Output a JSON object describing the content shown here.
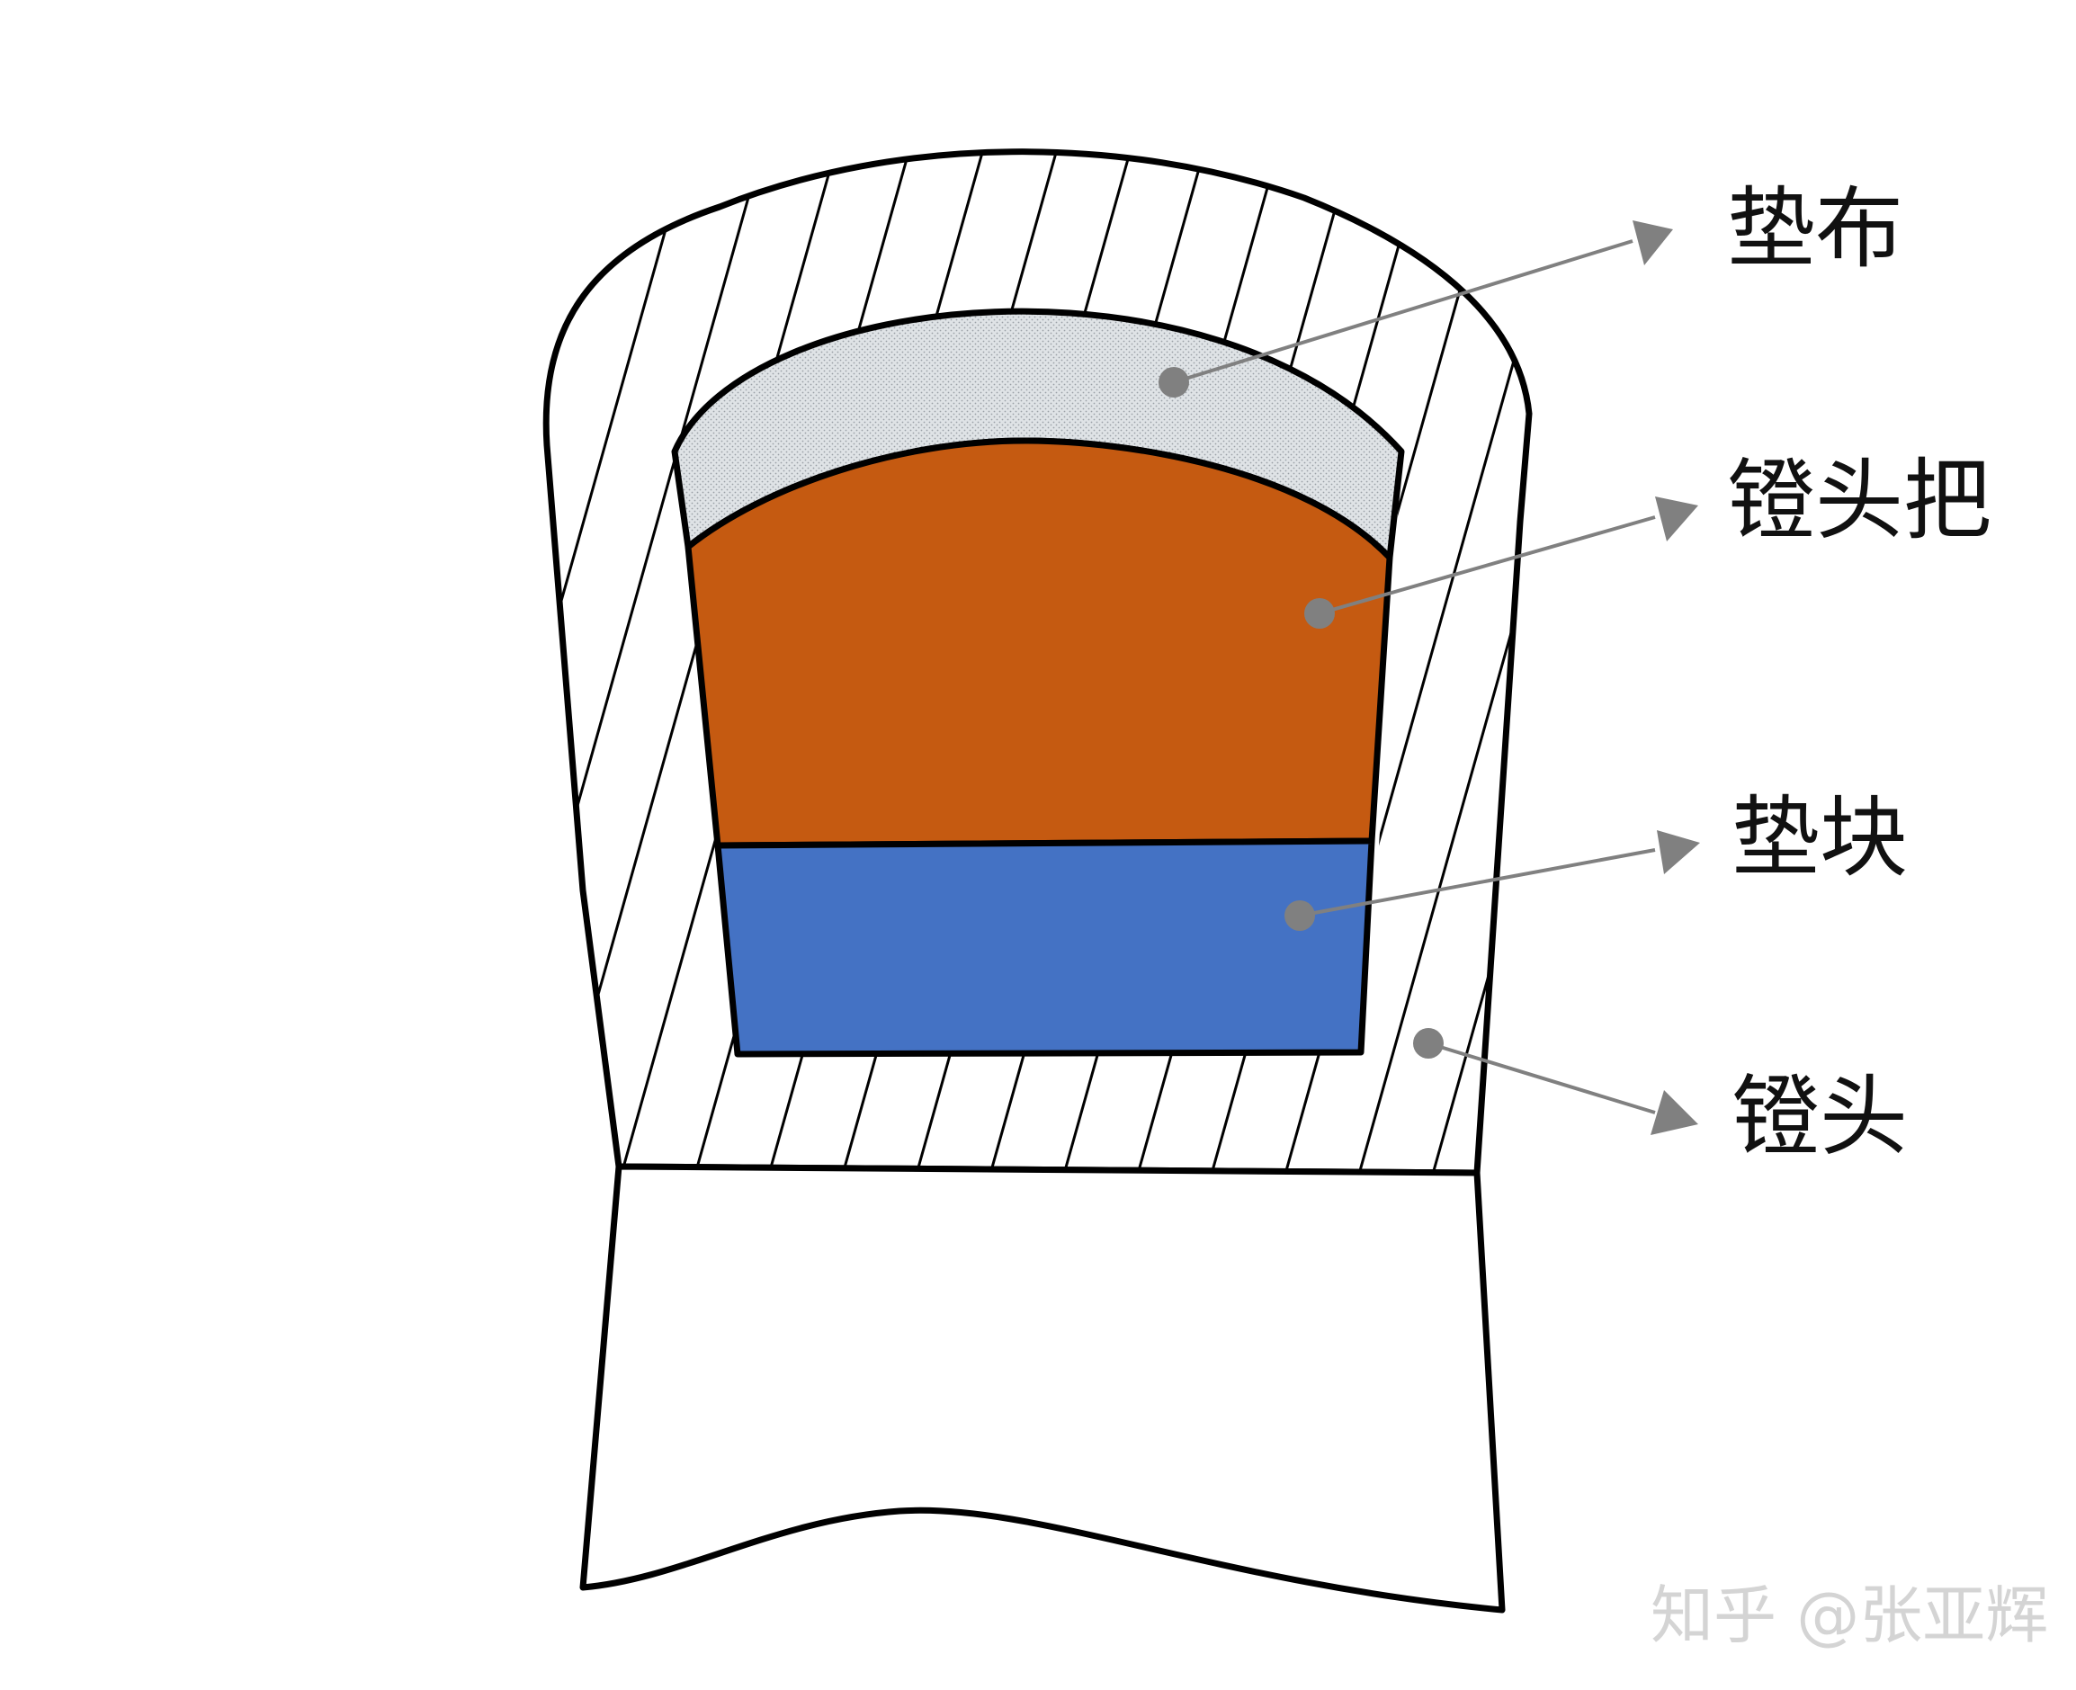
{
  "labels": {
    "pad_cloth": "垫布",
    "handle": "镫头把",
    "pad_block": "垫块",
    "head": "镫头"
  },
  "watermark": "知乎 @张亚辉",
  "colors": {
    "pad_cloth_fill": "#dfe3e6",
    "handle_fill": "#c55a11",
    "pad_block_fill": "#4472c4",
    "outline": "#000000",
    "leader": "#808080"
  }
}
